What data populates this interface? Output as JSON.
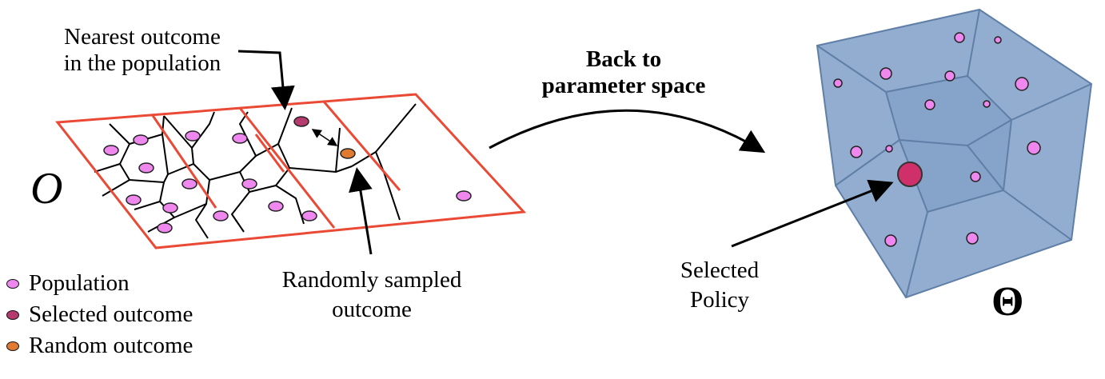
{
  "annotations": {
    "nearest_line1": "Nearest outcome",
    "nearest_line2": "in the population",
    "back_line1": "Back to",
    "back_line2": "parameter space",
    "random_line1": "Randomly sampled",
    "random_line2": "outcome",
    "selected_line1": "Selected",
    "selected_line2": "Policy"
  },
  "symbols": {
    "outcome_space": "O",
    "parameter_space": "Θ"
  },
  "legend": [
    {
      "label": "Population",
      "color": "#ee88ee"
    },
    {
      "label": "Selected outcome",
      "color": "#b53a6e"
    },
    {
      "label": "Random outcome",
      "color": "#e07a30"
    }
  ],
  "colors": {
    "grid_border": "#ea4a35",
    "population_dot": "#ee88ee",
    "selected_dot": "#b53a6e",
    "random_dot": "#e07a30",
    "cube_fill": "#7f9fc8",
    "cube_edge": "#5f7fa6",
    "selected_policy_dot": "#d0306a"
  }
}
